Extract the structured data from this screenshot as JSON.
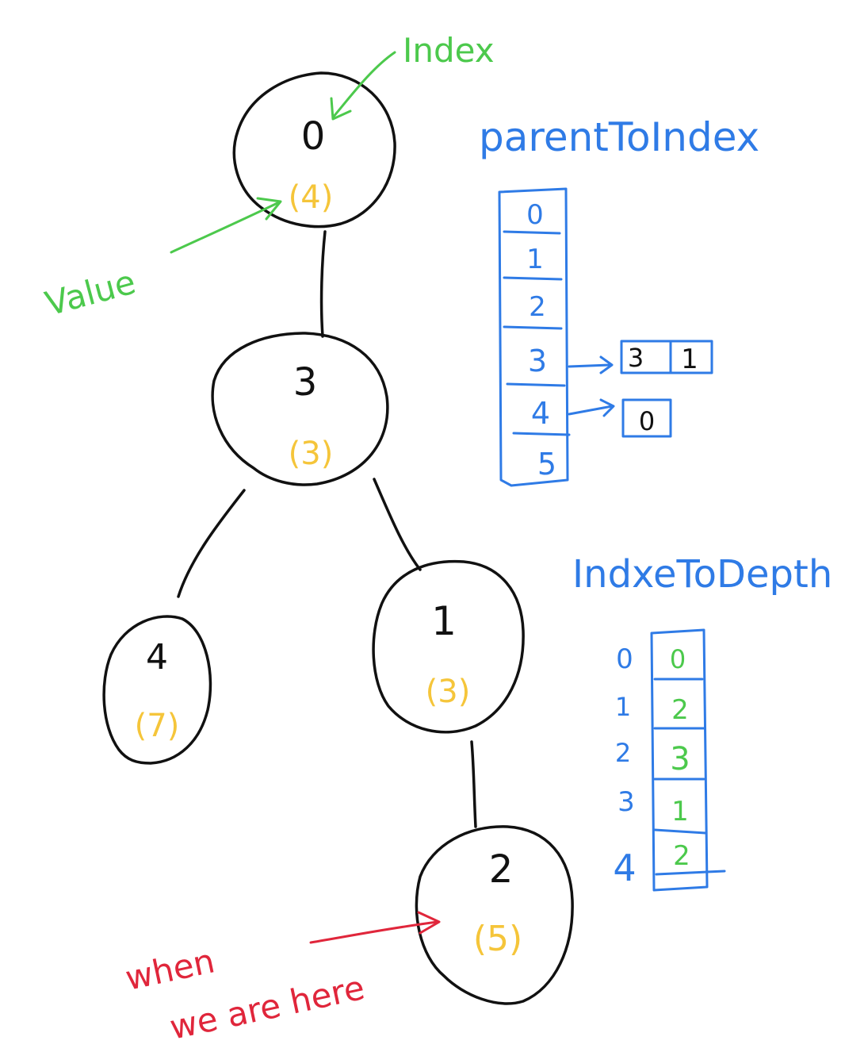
{
  "nodes": [
    {
      "index": "0",
      "value": "(4)"
    },
    {
      "index": "3",
      "value": "(3)"
    },
    {
      "index": "4",
      "value": "(7)"
    },
    {
      "index": "1",
      "value": "(3)"
    },
    {
      "index": "2",
      "value": "(5)"
    }
  ],
  "annotations": {
    "index_label": "Index",
    "value_label": "Value",
    "here_line1": "when",
    "here_line2": "we are here"
  },
  "parent_to_index": {
    "title": "parentToIndex",
    "rows": [
      "0",
      "1",
      "2",
      "3",
      "4",
      "5"
    ],
    "list_3": [
      "3",
      "1"
    ],
    "list_4": [
      "0"
    ]
  },
  "index_to_depth": {
    "title": "IndxeToDepth",
    "indices": [
      "0",
      "1",
      "2",
      "3",
      "4"
    ],
    "depths": [
      "0",
      "2",
      "3",
      "1",
      "2"
    ]
  },
  "colors": {
    "tree": "#111111",
    "value": "#f5c53a",
    "annotation": "#4cc94c",
    "table": "#2f7be6",
    "here": "#e0263b"
  }
}
